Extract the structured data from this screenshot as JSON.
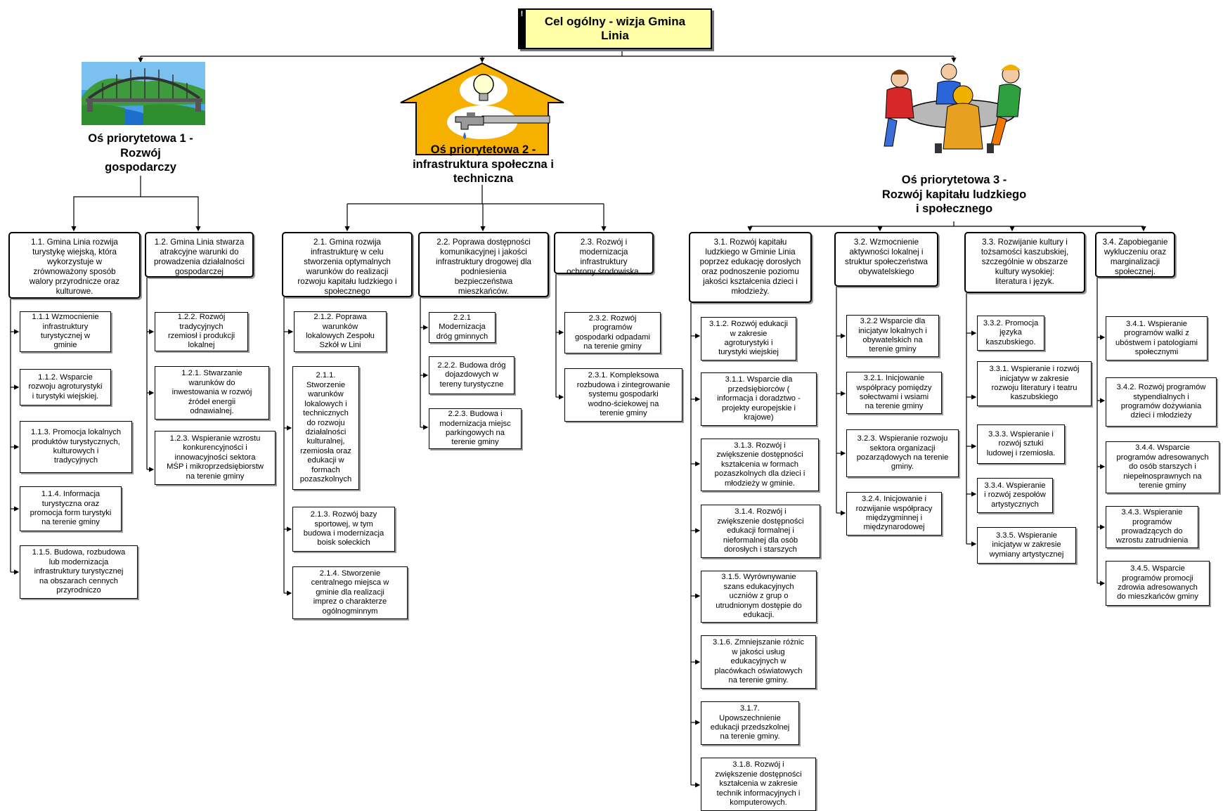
{
  "root": {
    "title": "Cel ogólny - wizja Gmina\nLinia",
    "flag": "!"
  },
  "axes": [
    {
      "title": "Oś priorytetowa 1 -\nRozwój\ngospodarczy",
      "picture": "bridge-illustration"
    },
    {
      "title": "Oś priorytetowa 2 -\ninfrastruktura społeczna i\ntechniczna",
      "picture": "house-lightbulb-faucet-illustration"
    },
    {
      "title": "Oś priorytetowa 3 -\nRozwój kapitału ludzkiego\ni społecznego",
      "picture": "people-at-table-illustration"
    }
  ],
  "goals": {
    "g11": "1.1. Gmina Linia rozwija\nturystykę wiejską, która\nwykorzystuje w\nzrównoważony sposób\nwalory przyrodnicze oraz\nkulturowe.",
    "g12": "1.2. Gmina Linia stwarza\natrakcyjne warunki do\nprowadzenia działalności\ngospodarczej",
    "g21": "2.1. Gmina rozwija\ninfrastrukturę w celu\nstworzenia optymalnych\nwarunków do realizacji\nrozwoju kapitału ludzkiego i\nspołecznego",
    "g22": "2.2. Poprawa dostępności\nkomunikacyjnej i jakości\ninfrastruktury drogowej dla\npodniesienia\nbezpieczeństwa\nmieszkańców.",
    "g23": "2.3. Rozwój i\nmodernizacja\ninfrastruktury\nochrony środowiska.",
    "g31": "3.1. Rozwój kapitału\nludzkiego w Gminie Linia\npoprzez edukację dorosłych\noraz podnoszenie poziomu\njakości kształcenia dzieci i\nmłodzieży.",
    "g32": "3.2. Wzmocnienie\naktywności lokalnej i\nstruktur społeczeństwa\nobywatelskiego",
    "g33": "3.3. Rozwijanie kultury i\ntożsamości kaszubskiej,\nszczególnie w obszarze\nkultury wysokiej:\nliteratura i język.",
    "g34": "3.4. Zapobieganie\nwykluczeniu oraz\nmarginalizacji\nspołecznej."
  },
  "tasks": {
    "t111": "1.1.1 Wzmocnienie\ninfrastruktury\nturystycznej w\ngminie",
    "t112": "1.1.2. Wsparcie\nrozwoju agroturystyki\ni turystyki wiejskiej.",
    "t113": "1.1.3. Promocja lokalnych\nproduktów turystycznych,\nkulturowych i\ntradycyjnych",
    "t114": "1.1.4. Informacja\nturystyczna oraz\npromocja form turystyki\nna terenie gminy",
    "t115": "1.1.5. Budowa, rozbudowa\nlub modernizacja\ninfrastruktury turystycznej\nna obszarach cennych\nprzyrodniczo",
    "t122": "1.2.2. Rozwój\ntradycyjnych\nrzemiosł i produkcji\nlokalnej",
    "t121": "1.2.1. Stwarzanie\nwarunków do\ninwestowania w rozwój\nźródeł energii\nodnawialnej.",
    "t123": "1.2.3. Wspieranie wzrostu\nkonkurencyjności i\ninnowacyjności sektora\nMŚP i mikroprzedsiębiorstw\nna terenie gminy",
    "t212": "2.1.2. Poprawa\nwarunków\nlokalowych Zespołu\nSzkół w Lini",
    "t211": "2.1.1.\nStworzenie\nwarunków\nlokalowych i\ntechnicznych\ndo rozwoju\ndziałalności\nkulturalnej,\nrzemiosła oraz\nedukacji w\nformach\npozaszkolnych",
    "t213": "2.1.3. Rozwój bazy\nsportowej, w tym\nbudowa i modernizacja\nboisk sołeckich",
    "t214": "2.1.4. Stworzenie\ncentralnego miejsca w\ngminie dla realizacji\nimprez o charakterze\nogólnogminnym",
    "t221": "2.2.1\nModernizacja\ndróg gminnych",
    "t222": "2.2.2. Budowa dróg\ndojazdowych w\ntereny turystyczne",
    "t223": "2.2.3. Budowa i\nmodernizacja miejsc\nparkingowych na\nterenie gminy",
    "t232": "2.3.2. Rozwój\nprogramów\ngospodarki odpadami\nna terenie gminy",
    "t231": "2.3.1. Kompleksowa\nrozbudowa i  zintegrowanie\nsystemu gospodarki\nwodno-ściekowej na\nterenie gminy",
    "t312": "3.1.2. Rozwój edukacji\nw zakresie\nagroturystyki i\nturystyki wiejskiej",
    "t311": "3.1.1. Wsparcie dla\nprzedsiębiorców (\ninformacja i doradztwo -\nprojekty europejskie i\nkrajowe)",
    "t313": "3.1.3. Rozwój i\nzwiększenie dostępności\nkształcenia w formach\npozaszkolnych dla dzieci i\nmłodzieży w gminie.",
    "t314": "3.1.4. Rozwój i\nzwiększenie dostępności\nedukacji formalnej i\nnieformalnej dla osób\ndorosłych i starszych",
    "t315": "3.1.5. Wyrównywanie\nszans edukacyjnych\nuczniów z grup o\nutrudnionym dostępie do\nedukacji.",
    "t316": "3.1.6. Zmniejszanie różnic\nw jakości usług\nedukacyjnych w\nplacówkach oświatowych\nna terenie gminy.",
    "t317": "3.1.7.\nUpowszechnienie\nedukacji przedszkolnej\nna terenie gminy.",
    "t318": "3.1.8. Rozwój i\nzwiększenie dostępności\nkształcenia w zakresie\ntechnik informacyjnych i\nkomputerowych.",
    "t322": "3.2.2 Wsparcie dla\ninicjatyw lokalnych i\nobywatelskich na\nterenie gminy",
    "t321": "3.2.1. Inicjowanie\nwspółpracy pomiędzy\nsołectwami i wsiami\nna terenie gminy",
    "t323": "3.2.3. Wspieranie rozwoju\nsektora organizacji\npozarządowych na terenie\ngminy.",
    "t324": "3.2.4. Inicjowanie i\nrozwijanie współpracy\nmiędzygminnej i\nmiędzynarodowej",
    "t332": "3.3.2. Promocja\njęzyka\nkaszubskiego.",
    "t331": "3.3.1. Wspieranie i rozwój\ninicjatyw w zakresie\nrozwoju literatury i teatru\nkaszubskiego",
    "t333": "3.3.3. Wspieranie i\nrozwój sztuki\nludowej i rzemiosła.",
    "t334": "3.3.4. Wspieranie\ni rozwój zespołów\nartystycznych",
    "t335": "3.3.5. Wspieranie\ninicjatyw w zakresie\nwymiany artystycznej",
    "t341": "3.4.1. Wspieranie\nprogramów walki z\nubóstwem i patologiami\nspołecznymi",
    "t342": "3.4.2. Rozwój programów\nstypendialnych i\nprogramów dożywiania\ndzieci i młodzieży",
    "t344": "3.4.4. Wsparcie\nprogramów adresowanych\ndo osób starszych i\nniepełnosprawnych na\nterenie gminy",
    "t343": "3.4.3. Wspieranie\nprogramów\nprowadzących do\nwzrostu zatrudnienia",
    "t345": "3.4.5. Wsparcie\nprogramów promocji\nzdrowia adresowanych\ndo mieszkańców gminy"
  }
}
